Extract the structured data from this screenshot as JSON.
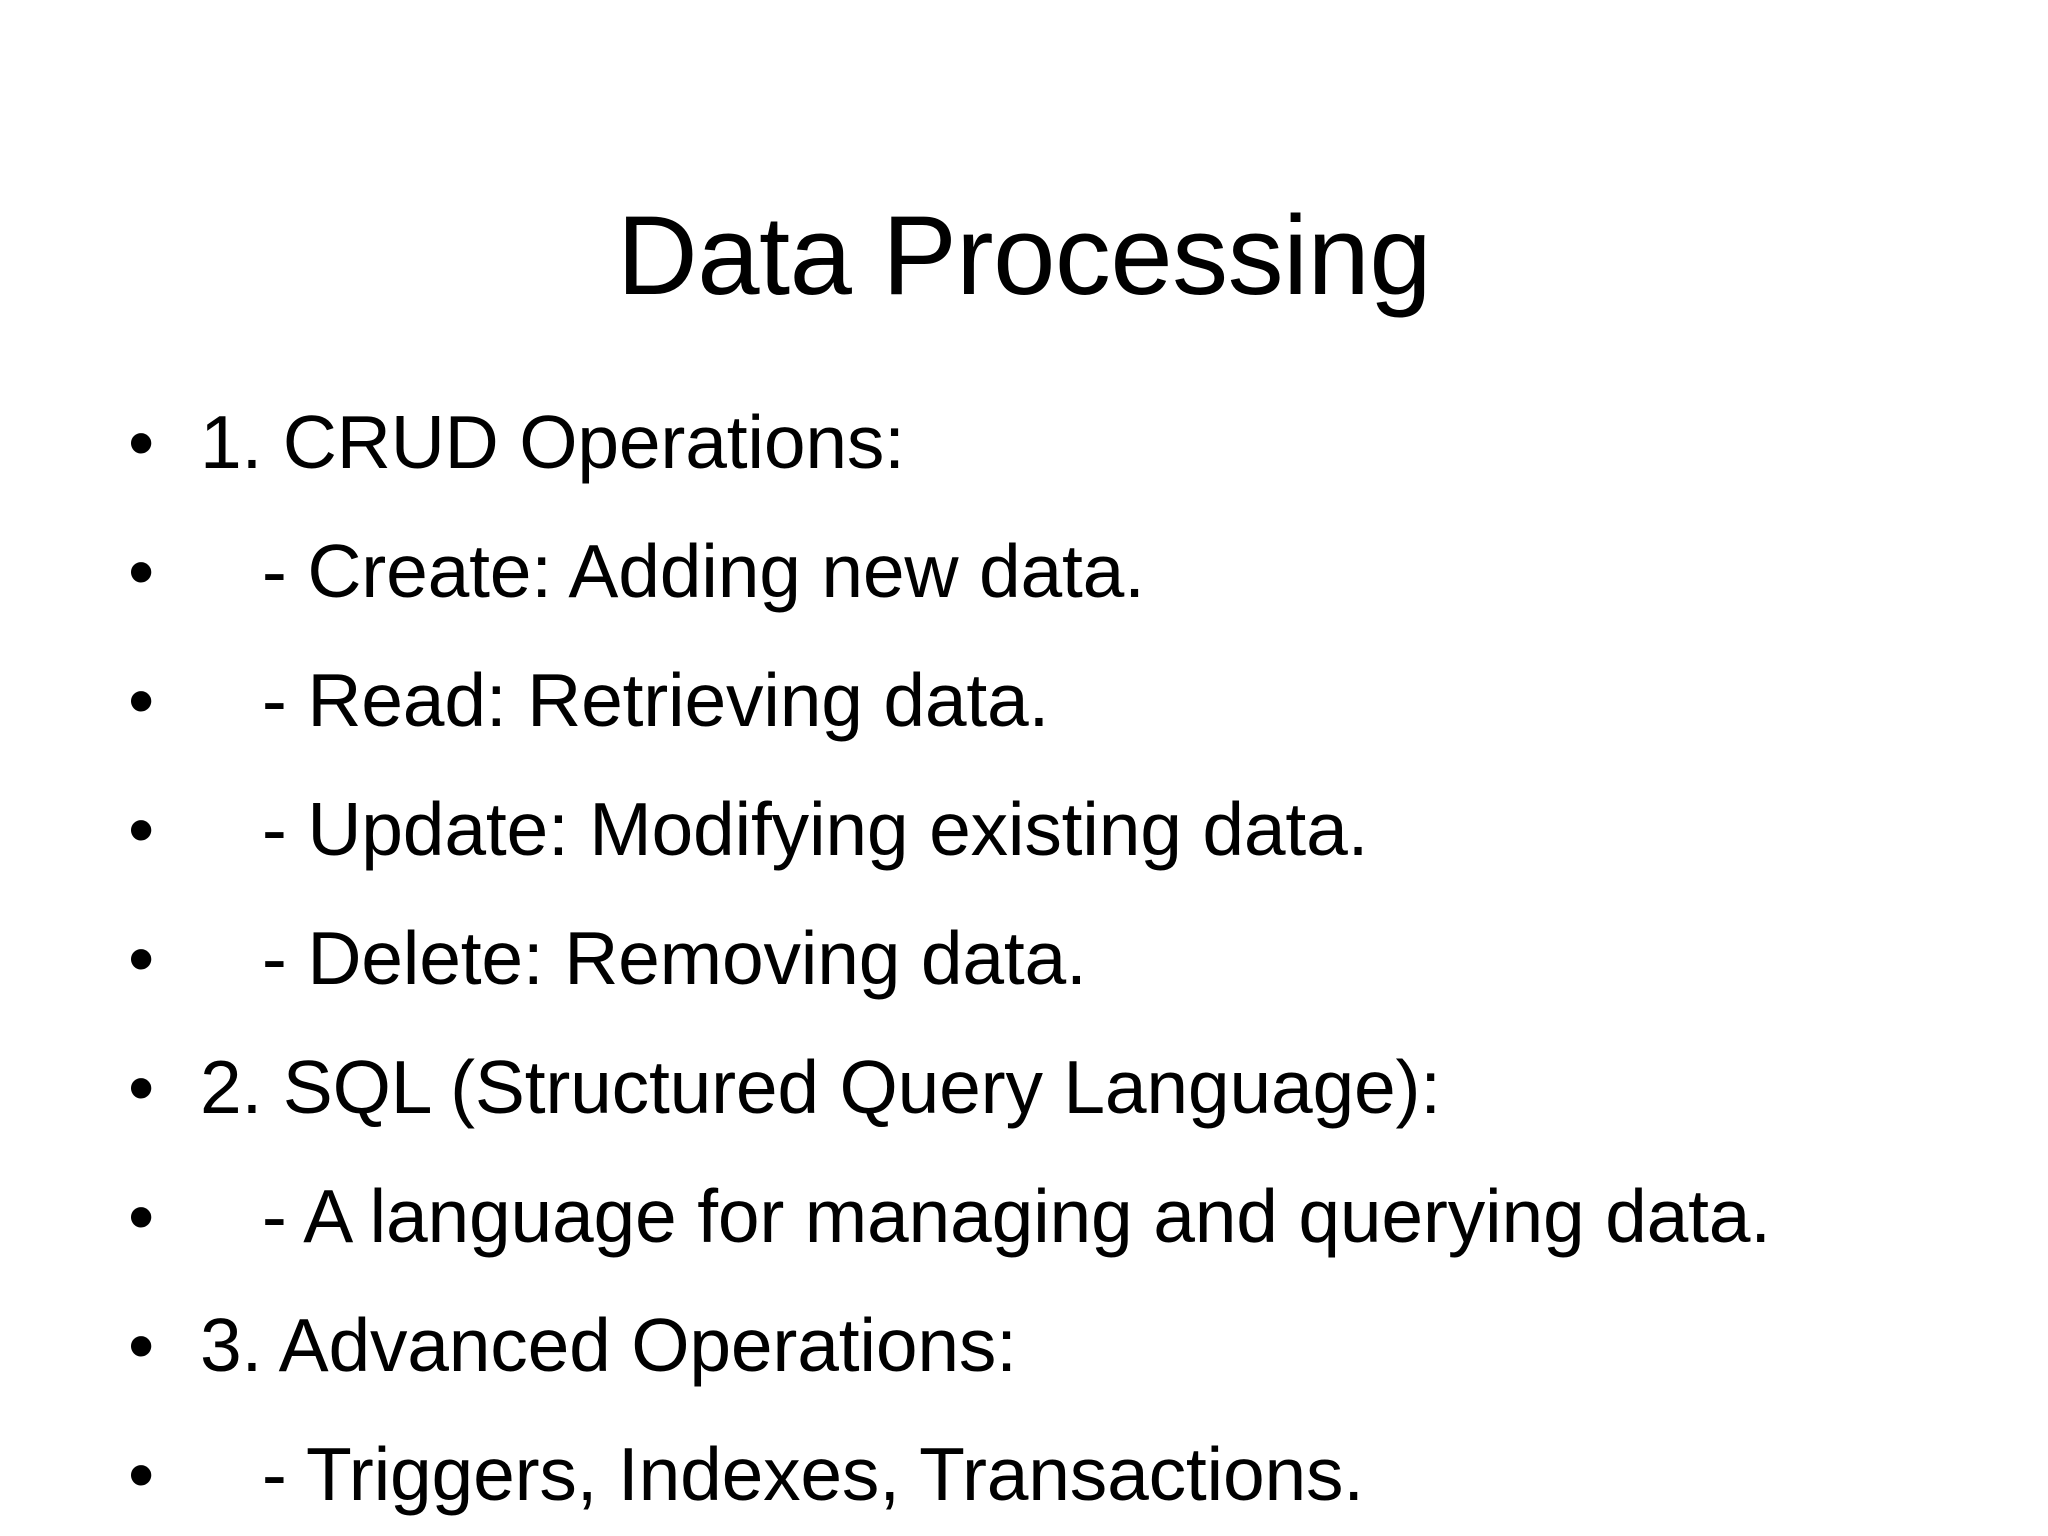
{
  "slide": {
    "title": "Data Processing",
    "background_color": "#ffffff",
    "text_color": "#000000",
    "bullet_glyph": "•",
    "items": [
      {
        "text": "1. CRUD Operations:",
        "level": 1
      },
      {
        "text": "   - Create: Adding new data.",
        "level": 2
      },
      {
        "text": "   - Read: Retrieving data.",
        "level": 2
      },
      {
        "text": "   - Update: Modifying existing data.",
        "level": 2
      },
      {
        "text": "   - Delete: Removing data.",
        "level": 2
      },
      {
        "text": "2. SQL (Structured Query Language):",
        "level": 1
      },
      {
        "text": "   - A language for managing and querying data.",
        "level": 2
      },
      {
        "text": "3. Advanced Operations:",
        "level": 1
      },
      {
        "text": "   - Triggers, Indexes, Transactions.",
        "level": 2
      }
    ]
  }
}
